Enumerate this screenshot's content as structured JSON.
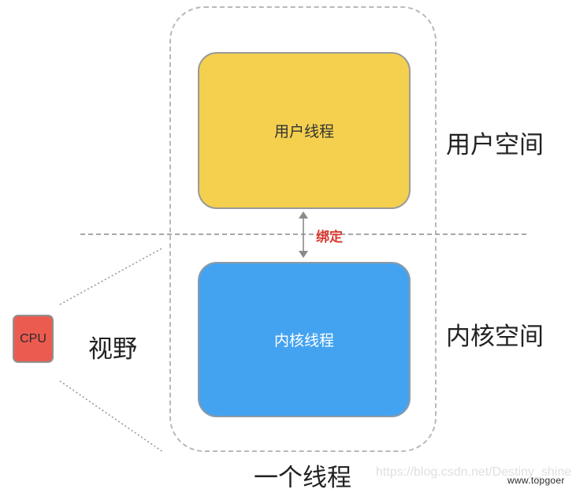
{
  "diagram": {
    "user_thread": "用户线程",
    "kernel_thread": "内核线程",
    "bind_label": "绑定",
    "user_space": "用户空间",
    "kernel_space": "内核空间",
    "vision_label": "视野",
    "cpu_label": "CPU",
    "one_thread": "一个线程"
  },
  "watermark": {
    "url": "https://blog.csdn.net/Destiny_shine",
    "site": "www.topgoer"
  },
  "colors": {
    "user_box": "#f5d04f",
    "kernel_box": "#44a3f0",
    "cpu_box": "#ec5b50",
    "bind_text": "#d93a2f"
  }
}
